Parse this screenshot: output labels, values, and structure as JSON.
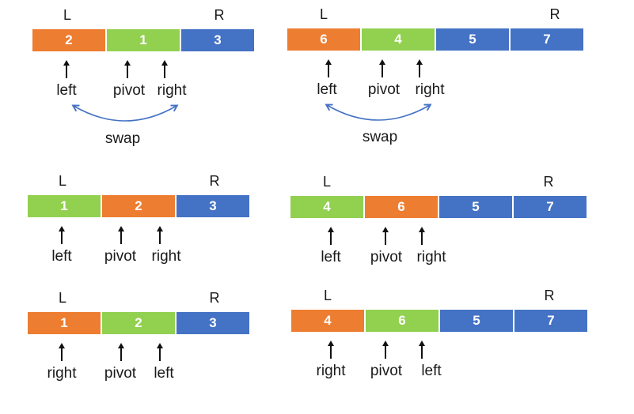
{
  "colors": {
    "orange": "#ED7D31",
    "green": "#92D050",
    "blue": "#4472C4",
    "swap_arrow": "#4472C4",
    "pointer_arrow": "#111111",
    "cell_text": "#FFFFFF",
    "label_text": "#1A1A1A",
    "background": "#FFFFFF"
  },
  "diagrams": [
    {
      "l": "L",
      "r": "R",
      "cells": [
        {
          "value": "2",
          "color": "#ED7D31"
        },
        {
          "value": "1",
          "color": "#92D050"
        },
        {
          "value": "3",
          "color": "#4472C4"
        }
      ],
      "pointers": [
        {
          "label": "left"
        },
        {
          "label": "pivot"
        },
        {
          "label": "right"
        }
      ],
      "swap_label": "swap"
    },
    {
      "l": "L",
      "r": "R",
      "cells": [
        {
          "value": "6",
          "color": "#ED7D31"
        },
        {
          "value": "4",
          "color": "#92D050"
        },
        {
          "value": "5",
          "color": "#4472C4"
        },
        {
          "value": "7",
          "color": "#4472C4"
        }
      ],
      "pointers": [
        {
          "label": "left"
        },
        {
          "label": "pivot"
        },
        {
          "label": "right"
        }
      ],
      "swap_label": "swap"
    },
    {
      "l": "L",
      "r": "R",
      "cells": [
        {
          "value": "1",
          "color": "#92D050"
        },
        {
          "value": "2",
          "color": "#ED7D31"
        },
        {
          "value": "3",
          "color": "#4472C4"
        }
      ],
      "pointers": [
        {
          "label": "left"
        },
        {
          "label": "pivot"
        },
        {
          "label": "right"
        }
      ]
    },
    {
      "l": "L",
      "r": "R",
      "cells": [
        {
          "value": "4",
          "color": "#92D050"
        },
        {
          "value": "6",
          "color": "#ED7D31"
        },
        {
          "value": "5",
          "color": "#4472C4"
        },
        {
          "value": "7",
          "color": "#4472C4"
        }
      ],
      "pointers": [
        {
          "label": "left"
        },
        {
          "label": "pivot"
        },
        {
          "label": "right"
        }
      ]
    },
    {
      "l": "L",
      "r": "R",
      "cells": [
        {
          "value": "1",
          "color": "#ED7D31"
        },
        {
          "value": "2",
          "color": "#92D050"
        },
        {
          "value": "3",
          "color": "#4472C4"
        }
      ],
      "pointers": [
        {
          "label": "right"
        },
        {
          "label": "pivot"
        },
        {
          "label": "left"
        }
      ]
    },
    {
      "l": "L",
      "r": "R",
      "cells": [
        {
          "value": "4",
          "color": "#ED7D31"
        },
        {
          "value": "6",
          "color": "#92D050"
        },
        {
          "value": "5",
          "color": "#4472C4"
        },
        {
          "value": "7",
          "color": "#4472C4"
        }
      ],
      "pointers": [
        {
          "label": "right"
        },
        {
          "label": "pivot"
        },
        {
          "label": "left"
        }
      ]
    }
  ]
}
